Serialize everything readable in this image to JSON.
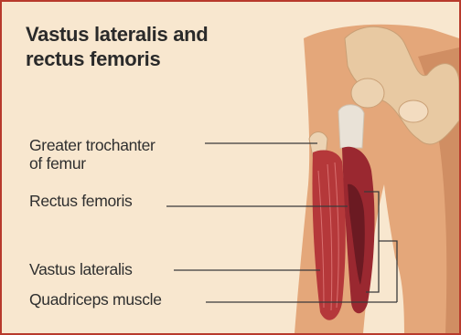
{
  "title": {
    "line1": "Vastus lateralis and",
    "line2": "rectus femoris"
  },
  "labels": {
    "greater_trochanter": {
      "line1": "Greater trochanter",
      "line2": "of femur"
    },
    "rectus_femoris": "Rectus femoris",
    "vastus_lateralis": "Vastus lateralis",
    "quadriceps_muscle": "Quadriceps muscle"
  },
  "colors": {
    "border": "#b83a2c",
    "background": "#f8e7cf",
    "skin": "#e4a77a",
    "bone": "#e8c9a2",
    "muscle": "#b5383a",
    "leader_line": "#3a3a3a"
  }
}
